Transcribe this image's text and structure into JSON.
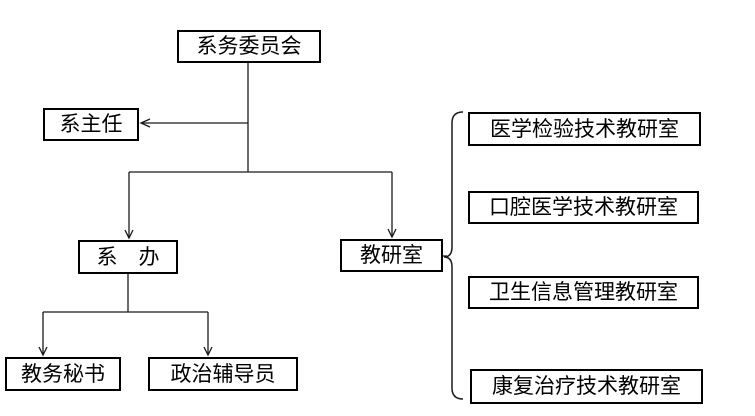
{
  "diagram": {
    "type": "org-chart",
    "nodes": {
      "committee": {
        "label": "系务委员会"
      },
      "head": {
        "label": "系主任"
      },
      "office": {
        "label": "系　办"
      },
      "teaching_office": {
        "label": "教研室"
      },
      "secretary": {
        "label": "教务秘书"
      },
      "counselor": {
        "label": "政治辅导员"
      },
      "sub_offices": [
        {
          "label": "医学检验技术教研室"
        },
        {
          "label": "口腔医学技术教研室"
        },
        {
          "label": "卫生信息管理教研室"
        },
        {
          "label": "康复治疗技术教研室"
        }
      ]
    },
    "edges": [
      {
        "from": "committee",
        "to": "head",
        "style": "arrow"
      },
      {
        "from": "committee",
        "to": "office",
        "style": "arrow"
      },
      {
        "from": "committee",
        "to": "teaching_office",
        "style": "arrow"
      },
      {
        "from": "office",
        "to": "secretary",
        "style": "arrow"
      },
      {
        "from": "office",
        "to": "counselor",
        "style": "arrow"
      },
      {
        "from": "teaching_office",
        "to": "sub_offices",
        "style": "brace"
      }
    ],
    "colors": {
      "background": "#ffffff",
      "box_border": "#000000",
      "line": "#1a1a1a",
      "text": "#000000"
    }
  }
}
